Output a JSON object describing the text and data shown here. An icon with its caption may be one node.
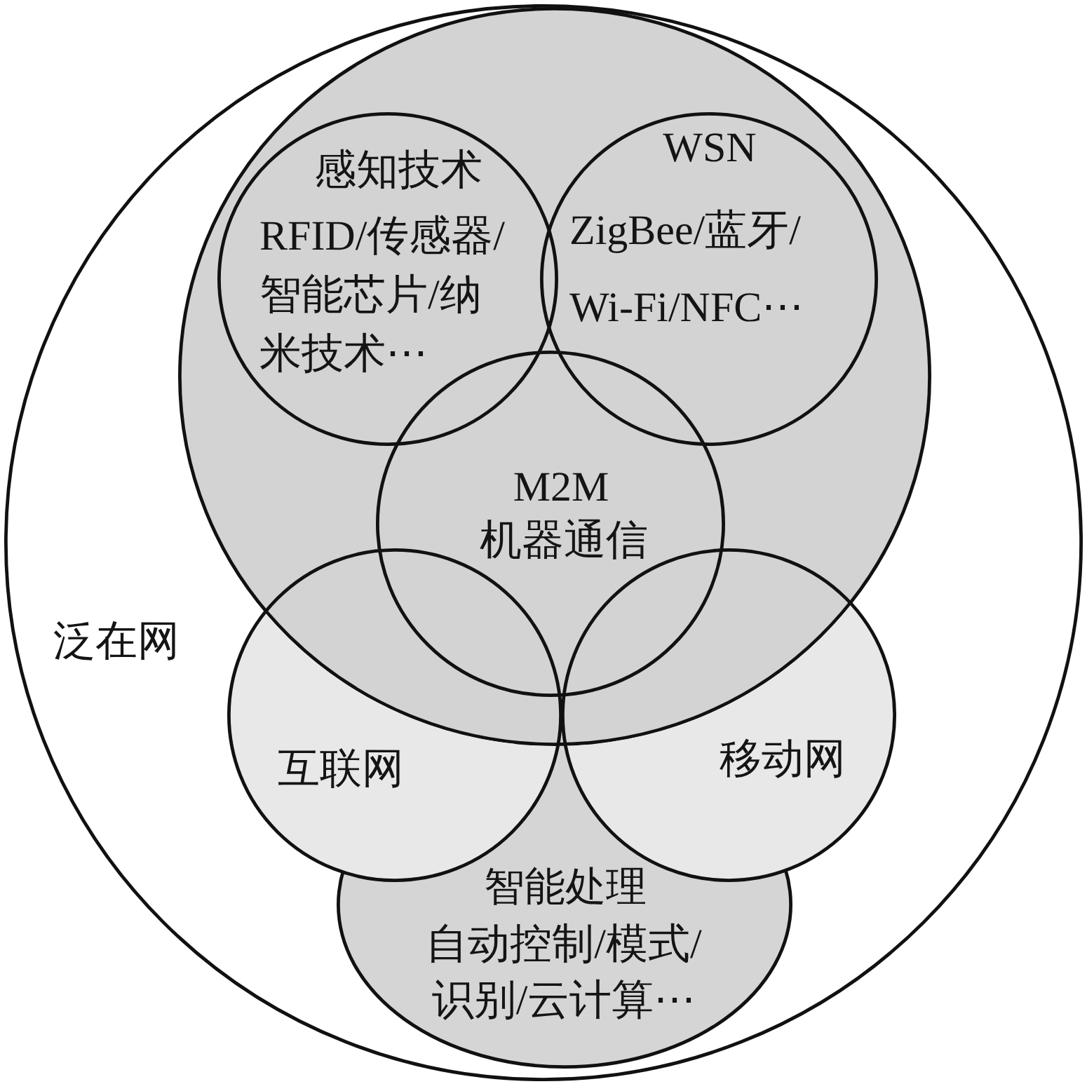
{
  "diagram": {
    "nodes": [
      {
        "text": [
          "泛在网"
        ]
      },
      {
        "text": [],
        "shape": "circle",
        "in": 0
      },
      {
        "text": [
          "感知技术",
          "RFID/传感器/智能芯片/纳米技术⋯"
        ],
        "in": 1
      },
      {
        "text": [
          "WSN",
          "ZigBee/蓝牙/Wi-Fi/NFC⋯"
        ],
        "in": 1
      },
      {
        "text": [
          "M2M",
          "机器通信"
        ],
        "in": 1
      },
      {
        "text": [
          "互联网"
        ],
        "in": 0
      },
      {
        "text": [
          "移动网"
        ],
        "in": 0
      },
      {
        "text": [
          "智能处理",
          "自动控制/模式/识别/云计算⋯"
        ],
        "in": 0
      }
    ]
  }
}
